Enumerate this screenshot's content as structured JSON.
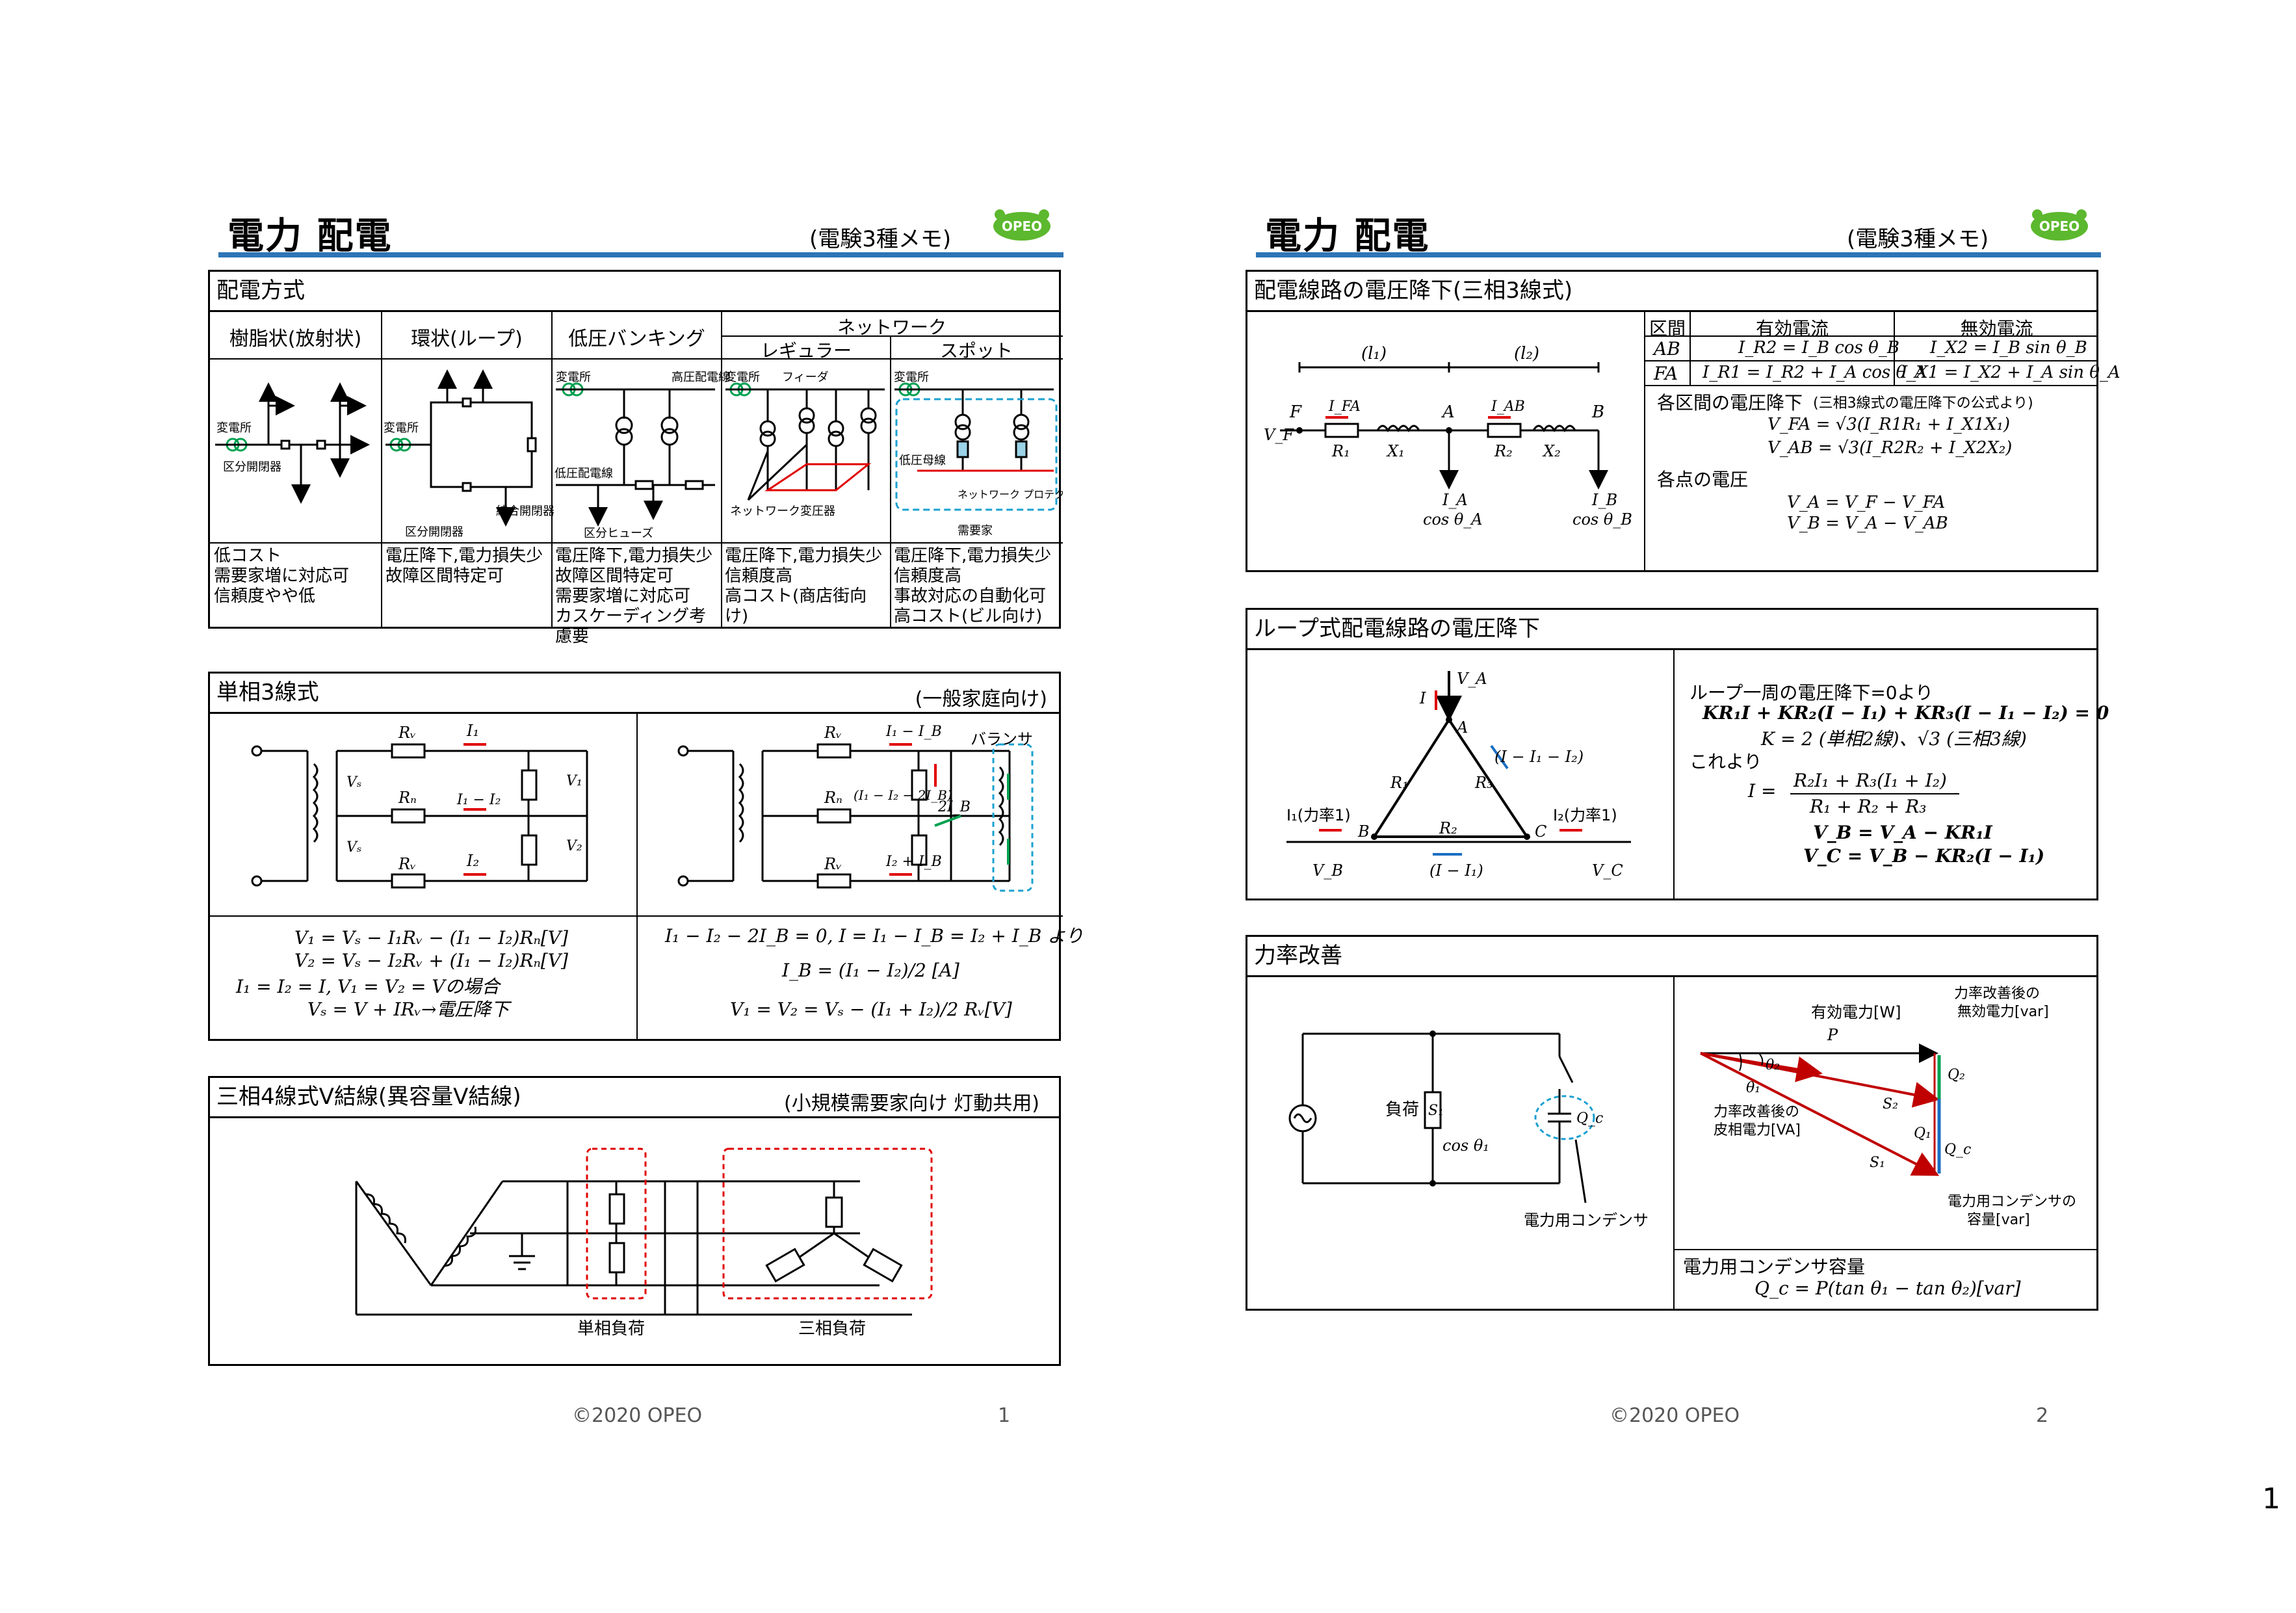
{
  "pages": [
    {
      "title": "電力 配電",
      "subtitle": "(電験3種メモ)",
      "logo": "OPEO",
      "footer": "©2020 OPEO",
      "page_number": "1"
    },
    {
      "title": "電力 配電",
      "subtitle": "(電験3種メモ)",
      "logo": "OPEO",
      "footer": "©2020 OPEO",
      "page_number": "2"
    }
  ],
  "sheet_number": "1",
  "haiden": {
    "header": "配電方式",
    "columns": [
      {
        "name": "樹脂状(放射状)",
        "desc": [
          "低コスト",
          "需要家増に対応可",
          "信頼度やや低"
        ]
      },
      {
        "name": "環状(ループ)",
        "desc": [
          "電圧降下,電力損失少",
          "故障区間特定可"
        ]
      },
      {
        "name": "低圧バンキング",
        "desc": [
          "電圧降下,電力損失少",
          "故障区間特定可",
          "需要家増に対応可",
          "カスケーディング考慮要"
        ]
      },
      {
        "name": "レギュラー",
        "desc": [
          "電圧降下,電力損失少",
          "信頼度高",
          "高コスト(商店街向け)"
        ]
      },
      {
        "name": "スポット",
        "desc": [
          "電圧降下,電力損失少",
          "信頼度高",
          "事故対応の自動化可",
          "高コスト(ビル向け)"
        ]
      }
    ],
    "network_header": "ネットワーク",
    "labels": {
      "substation": "変電所",
      "section_switch": "区分開閉器",
      "tie_switch": "結合開閉器",
      "hv_line": "高圧配電線",
      "lv_line": "低圧配電線",
      "section_fuse": "区分ヒューズ",
      "feeder": "フィーダ",
      "network_trans": "ネットワーク変圧器",
      "lv_bus": "低圧母線",
      "network_protector": "ネットワーク プロテクタ",
      "consumer": "需要家"
    }
  },
  "single3": {
    "header": "単相3線式",
    "note": "(一般家庭向け)",
    "balancer": "バランサ",
    "left_eq": [
      "V₁ = Vₛ − I₁Rᵥ − (I₁ − I₂)Rₙ[V]",
      "V₂ = Vₛ − I₂Rᵥ + (I₁ − I₂)Rₙ[V]",
      "I₁ = I₂ = I, V₁ = V₂ = Vの場合",
      "Vₛ = V + IRᵥ→電圧降下"
    ],
    "right_eq": [
      "I₁ − I₂ − 2I_B = 0, I = I₁ − I_B = I₂ + I_B より",
      "I_B = (I₁ − I₂)/2 [A]",
      "V₁ = V₂ = Vₛ − (I₁ + I₂)/2 Rᵥ[V]"
    ]
  },
  "three4": {
    "header": "三相4線式V結線(異容量V結線)",
    "note": "(小規模需要家向け 灯動共用)",
    "single_load": "単相負荷",
    "three_load": "三相負荷"
  },
  "drop3": {
    "header": "配電線路の電圧降下(三相3線式)",
    "table_headers": [
      "区間",
      "有効電流",
      "無効電流"
    ],
    "rows": [
      {
        "sec": "AB",
        "p": "I_R2 = I_B cos θ_B",
        "q": "I_X2 = I_B sin θ_B"
      },
      {
        "sec": "FA",
        "p": "I_R1 = I_R2 + I_A cos θ_A",
        "q": "I_X1 = I_X2 + I_A sin θ_A"
      }
    ],
    "sec_drop_title": "各区間の電圧降下",
    "sec_drop_note": "(三相3線式の電圧降下の公式より)",
    "sec_eq": [
      "V_FA = √3(I_R1R₁ + I_X1X₁)",
      "V_AB = √3(I_R2R₂ + I_X2X₂)"
    ],
    "pt_title": "各点の電圧",
    "pt_eq": [
      "V_A = V_F − V_FA",
      "V_B = V_A − V_AB"
    ]
  },
  "loop": {
    "header": "ループ式配電線路の電圧降下",
    "lines": [
      "ループ一周の電圧降下=0より",
      "KR₁I + KR₂(I − I₁) + KR₃(I − I₁ − I₂) = 0",
      "K = 2 (単相2線)、√3 (三相3線)",
      "これより"
    ],
    "frac": {
      "num": "R₂I₁ + R₃(I₁ + I₂)",
      "den": "R₁ + R₂ + R₃"
    },
    "res": [
      "V_B = V_A − KR₁I",
      "V_C = V_B − KR₂(I − I₁)"
    ],
    "labels": {
      "i1": "I₁(力率1)",
      "i2": "I₂(力率1)"
    }
  },
  "pf": {
    "header": "力率改善",
    "load": "負荷",
    "capacitor": "電力用コンデンサ",
    "active": "有効電力[W]",
    "after_q": "力率改善後の 無効電力[var]",
    "after_s": "力率改善後の 皮相電力[VA]",
    "cap_q": "電力用コンデンサの 容量[var]",
    "cap_title": "電力用コンデンサ容量",
    "cap_eq": "Q_c = P(tan θ₁ − tan θ₂)[var]"
  },
  "colors": {
    "accent": "#2e75b6",
    "red": "#e00000",
    "green": "#00a050",
    "blue": "#1a6fc2",
    "cyan": "#1aa0d0",
    "logo_green": "#5cb82e"
  }
}
